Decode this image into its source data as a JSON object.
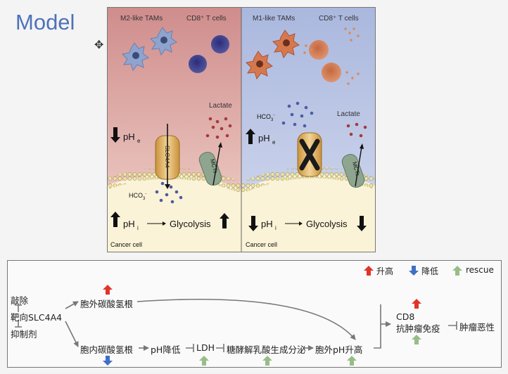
{
  "header": {
    "title": "Model"
  },
  "figure": {
    "left_panel": {
      "cell_a": "M2-like TAMs",
      "cell_b": "CD8⁺ T cells",
      "lactate": "Lactate",
      "phe": "pH",
      "phe_sub": "e",
      "hco3": "HCO",
      "hco3_sub": "3",
      "hco3_sup": "-",
      "transporter": "SLC4A4",
      "mct": "MCTs",
      "phi": "pH",
      "phi_sub": "i",
      "glycolysis": "Glycolysis",
      "cancer_cell": "Cancer cell"
    },
    "right_panel": {
      "cell_a": "M1-like TAMs",
      "cell_b": "CD8⁺ T cells",
      "lactate": "Lactate",
      "phe": "pH",
      "phe_sub": "e",
      "hco3": "HCO",
      "hco3_sub": "3",
      "hco3_sup": "-",
      "mct": "MCTs",
      "phi": "pH",
      "phi_sub": "i",
      "glycolysis": "Glycolysis",
      "cancer_cell": "Cancer cell"
    }
  },
  "legend": {
    "up": "升高",
    "down": "降低",
    "rescue": "rescue"
  },
  "flow": {
    "knockdown": "敲除",
    "target": "靶向SLC4A4",
    "inhibitor": "抑制剂",
    "extracellular": "胞外碳酸氢根",
    "intracellular": "胞内碳酸氢根",
    "ph_low": "pH降低",
    "ldh": "LDH",
    "glycolysis_lactate": "糖酵解乳酸生成分泌",
    "ph_ext_high": "胞外pH升高",
    "cd8": "CD8",
    "antitumor": "抗肿瘤免疫",
    "malignancy": "肿瘤恶性"
  },
  "colors": {
    "up": "#e0342a",
    "down": "#3f6fc6",
    "rescue": "#97bd88"
  }
}
